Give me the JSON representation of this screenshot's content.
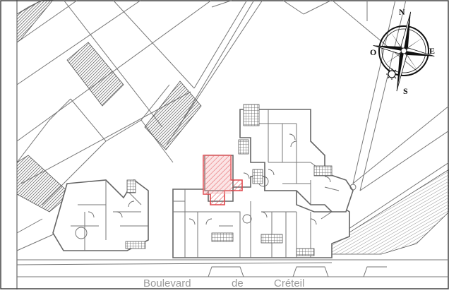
{
  "plan": {
    "street": {
      "words": [
        "Boulevard",
        "de",
        "Créteil"
      ]
    },
    "compass": {
      "north": "N",
      "east": "E",
      "south": "S",
      "west": "O"
    },
    "colors": {
      "background": "#ffffff",
      "wall": "#6e6e6e",
      "hatch": "#555555",
      "highlight": "#e0474c",
      "highlight_fill": "#f3b3b5",
      "street_text": "#9a9a9a"
    }
  }
}
